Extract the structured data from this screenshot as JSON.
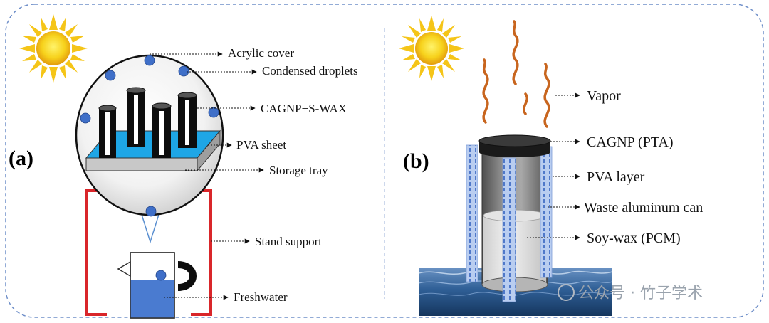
{
  "panels": {
    "a": {
      "tag": "(a)",
      "labels": {
        "acrylic_cover": "Acrylic cover",
        "condensed_droplets": "Condensed droplets",
        "cagnp_swax": "CAGNP+S-WAX",
        "pva_sheet": "PVA sheet",
        "storage_tray": "Storage tray",
        "stand_support": "Stand support",
        "freshwater": "Freshwater"
      }
    },
    "b": {
      "tag": "(b)",
      "labels": {
        "vapor": "Vapor",
        "cagnp_pta": "CAGNP (PTA)",
        "pva_layer": "PVA layer",
        "waste_can": "Waste aluminum can",
        "soy_wax": "Soy-wax (PCM)"
      }
    }
  },
  "watermark": "公众号 · 竹子学术",
  "colors": {
    "frame": "#6f8fc9",
    "droplet": "#3f6fc8",
    "sheet_blue": "#1ea6e6",
    "stand_red": "#d9262a",
    "water": "#4a7bd0",
    "vapor": "#c8651e"
  }
}
